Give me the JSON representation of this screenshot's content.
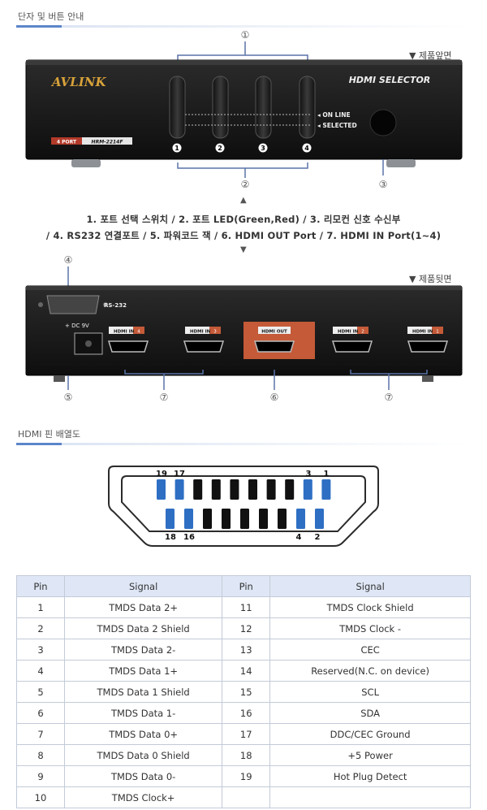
{
  "sections": {
    "ports_guide_title": "단자 및 버튼 안내",
    "pinout_title": "HDMI 핀 배열도"
  },
  "front": {
    "label": "▼ 제품앞면",
    "brand": "AVLINK",
    "model_badge_left": "4 PORT",
    "model_badge_right": "HRM-2214F",
    "panel_title": "HDMI SELECTOR",
    "indicator_online": "◂ ON LINE",
    "indicator_selected": "◂ SELECTED",
    "port_numbers": [
      "1",
      "2",
      "3",
      "4"
    ],
    "callouts": [
      "①",
      "②",
      "③"
    ]
  },
  "caption": {
    "line1": "1. 포트 선택 스위치  / 2. 포트 LED(Green,Red) / 3. 리모컨 신호 수신부",
    "line2": "/ 4. RS232 연결포트 / 5. 파워코드 잭 / 6. HDMI OUT Port / 7. HDMI IN Port(1~4)",
    "arrow_up": "▲",
    "arrow_down": "▼"
  },
  "back": {
    "label": "▼ 제품뒷면",
    "rs232": "RS-232",
    "dc": "+ DC 9V",
    "ports": [
      {
        "label": "HDMI IN",
        "num": "4"
      },
      {
        "label": "HDMI IN",
        "num": "3"
      },
      {
        "label": "HDMI OUT",
        "num": ""
      },
      {
        "label": "HDMI IN",
        "num": "2"
      },
      {
        "label": "HDMI IN",
        "num": "1"
      }
    ],
    "callouts": [
      "④",
      "⑤",
      "⑦",
      "⑥",
      "⑦"
    ]
  },
  "connector": {
    "top_left": "19",
    "top_left2": "17",
    "top_right2": "3",
    "top_right": "1",
    "bottom_left": "18",
    "bottom_left2": "16",
    "bottom_right2": "4",
    "bottom_right": "2",
    "highlight_color": "#2e6fc4"
  },
  "table": {
    "headers": [
      "Pin",
      "Signal",
      "Pin",
      "Signal"
    ],
    "rows": [
      [
        "1",
        "TMDS Data 2+",
        "11",
        "TMDS Clock Shield"
      ],
      [
        "2",
        "TMDS Data 2 Shield",
        "12",
        "TMDS Clock -"
      ],
      [
        "3",
        "TMDS Data 2-",
        "13",
        "CEC"
      ],
      [
        "4",
        "TMDS Data 1+",
        "14",
        "Reserved(N.C. on device)"
      ],
      [
        "5",
        "TMDS Data 1 Shield",
        "15",
        "SCL"
      ],
      [
        "6",
        "TMDS Data 1-",
        "16",
        "SDA"
      ],
      [
        "7",
        "TMDS Data 0+",
        "17",
        "DDC/CEC Ground"
      ],
      [
        "8",
        "TMDS Data 0 Shield",
        "18",
        "+5 Power"
      ],
      [
        "9",
        "TMDS Data 0-",
        "19",
        "Hot Plug Detect"
      ],
      [
        "10",
        "TMDS Clock+",
        "",
        ""
      ]
    ]
  }
}
